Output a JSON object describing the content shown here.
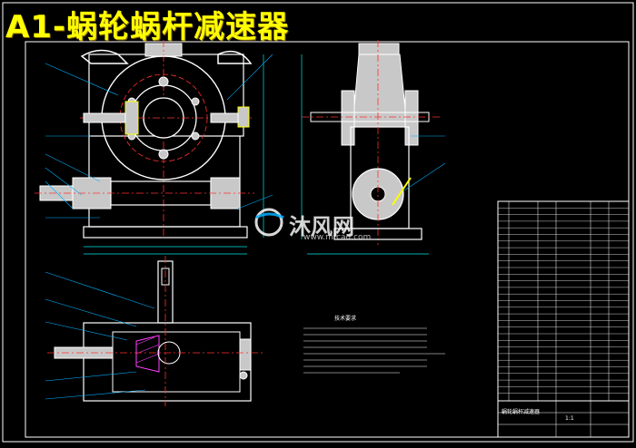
{
  "header": {
    "title": "A1-蜗轮蜗杆减速器",
    "title_color": "#ffff00"
  },
  "watermark": {
    "logo_text": "沐风网",
    "url_text": "www.mfcad.com",
    "color": "#ffffff"
  },
  "technical_requirements": {
    "heading": "技术要求",
    "lines": [
      "",
      "",
      "",
      "",
      "",
      "",
      "",
      ""
    ]
  },
  "title_block": {
    "drawing_name": "蜗轮蜗杆减速器",
    "scale": "1:1"
  },
  "drawing_colors": {
    "background": "#000000",
    "outline": "#ffffff",
    "centerline": "#ff3030",
    "dimension": "#00e6e6",
    "part_fill": "#c8c8c8",
    "leader": "#00b0ff",
    "hatch": "#ff40ff",
    "accent": "#ffff00"
  }
}
